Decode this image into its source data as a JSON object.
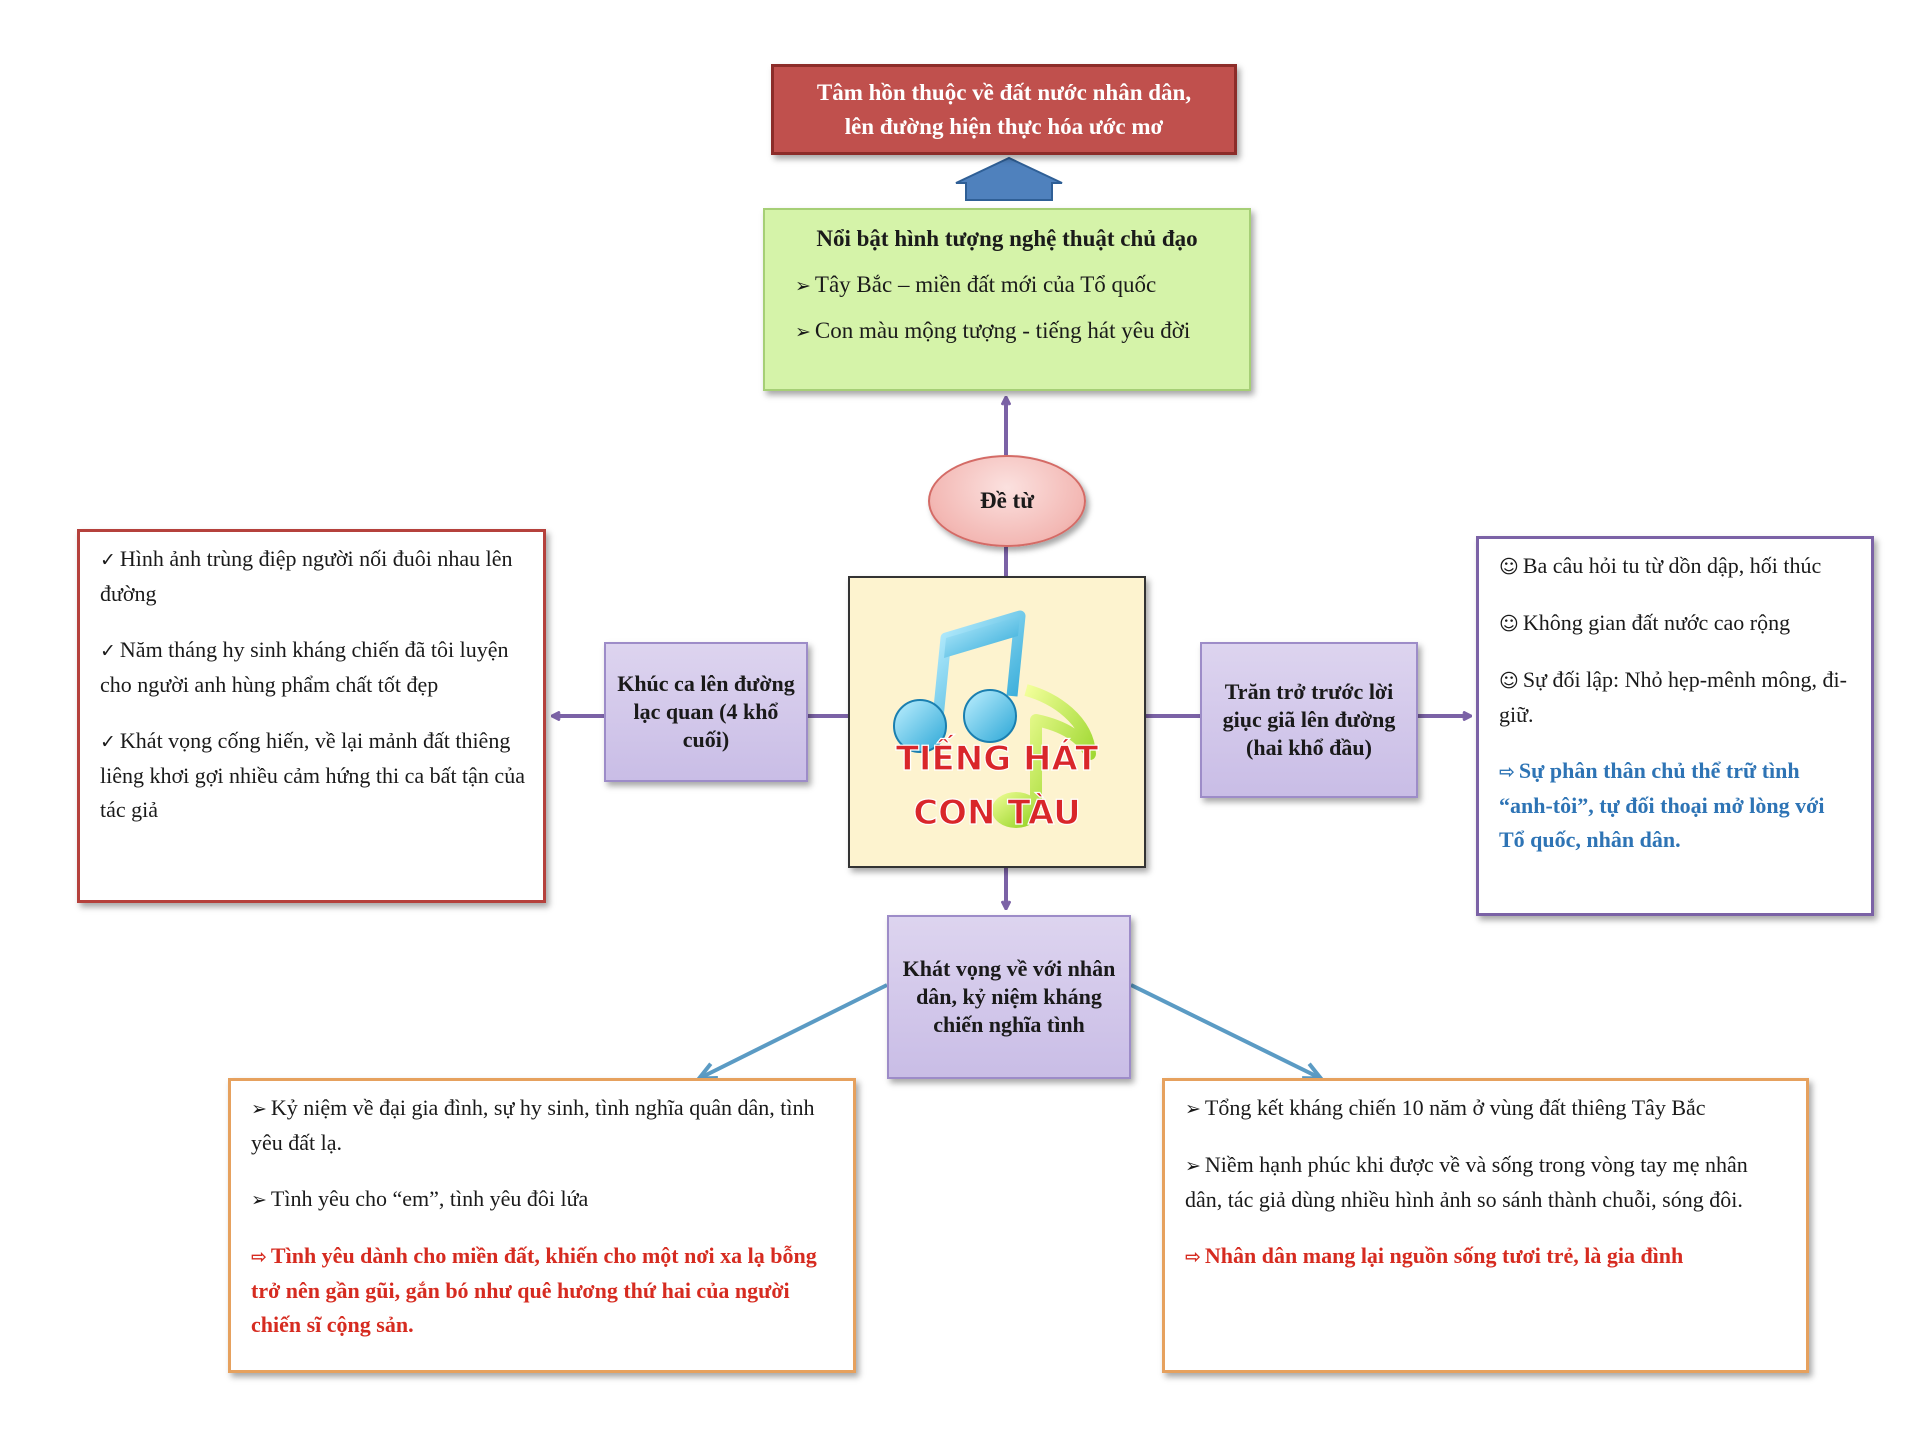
{
  "top_box": {
    "line1": "Tâm hồn thuộc về đất nước nhân dân,",
    "line2": "lên đường hiện thực hóa ước mơ"
  },
  "green_box": {
    "title": "Nổi bật hình tượng nghệ thuật chủ đạo",
    "items": [
      "Tây Bắc – miền đất mới của Tổ quốc",
      "Con màu mộng tượng  - tiếng hát yêu đời"
    ]
  },
  "ellipse": {
    "label": "Đề từ"
  },
  "center": {
    "title_line1": "TIẾNG HÁT",
    "title_line2": "CON TÀU"
  },
  "left_mid": {
    "label": "Khúc ca lên đường lạc quan (4 khổ cuối)"
  },
  "right_mid": {
    "label": "Trăn trở trước lời giục giã lên đường (hai khổ đầu)"
  },
  "bottom_mid": {
    "label": "Khát vọng về với nhân dân, kỷ niệm kháng chiến nghĩa tình"
  },
  "left_box": {
    "items": [
      "Hình ảnh trùng điệp người nối đuôi nhau lên đường",
      "Năm tháng hy sinh kháng chiến đã tôi luyện cho người anh hùng phẩm chất tốt đẹp",
      "Khát vọng cống hiến, về lại mảnh đất thiêng liêng khơi gợi nhiều cảm hứng thi ca bất tận của tác giả"
    ]
  },
  "right_box": {
    "items": [
      "Ba câu hỏi tu từ dồn dập, hối thúc",
      "Không gian đất nước cao rộng",
      "Sự đối lập: Nhỏ hẹp-mênh mông, đi-giữ."
    ],
    "conclusion": "Sự phân thân chủ thể trữ tình “anh-tôi”, tự đối thoại mở lòng với Tổ quốc, nhân dân."
  },
  "bottom_left_box": {
    "items": [
      "Kỷ niệm về đại gia đình, sự hy sinh, tình nghĩa quân dân, tình yêu đất lạ.",
      "Tình yêu cho “em”, tình yêu đôi lứa"
    ],
    "conclusion": "Tình yêu dành cho miền đất, khiến cho một nơi xa lạ bỗng trở nên gần gũi, gắn bó như quê hương thứ hai của người chiến sĩ cộng sản."
  },
  "bottom_right_box": {
    "items": [
      "Tổng kết kháng chiến 10 năm ở vùng đất thiêng Tây Bắc",
      "Niềm hạnh phúc khi được về và sống trong vòng tay mẹ nhân dân, tác giả dùng nhiều hình ảnh so sánh thành chuỗi, sóng đôi."
    ],
    "conclusion": "Nhân dân mang lại nguồn sống tươi trẻ, là gia đình"
  },
  "colors": {
    "top_box": "#c0504d",
    "green_box": "#d5f3a9",
    "purple_box": "#ccc0e6",
    "center_box": "#fdf3cf",
    "left_border": "#b5413c",
    "right_border": "#7b62a6",
    "bottom_border": "#e6a15e",
    "arrow_purple": "#7b62a6",
    "arrow_blue": "#5b9bc4",
    "concl_blue": "#2e74b5",
    "concl_red": "#d62b20",
    "title_red": "#d9262a"
  },
  "icons": {
    "center": "music-notes-icon",
    "up_arrow": "block-arrow-up-icon"
  }
}
